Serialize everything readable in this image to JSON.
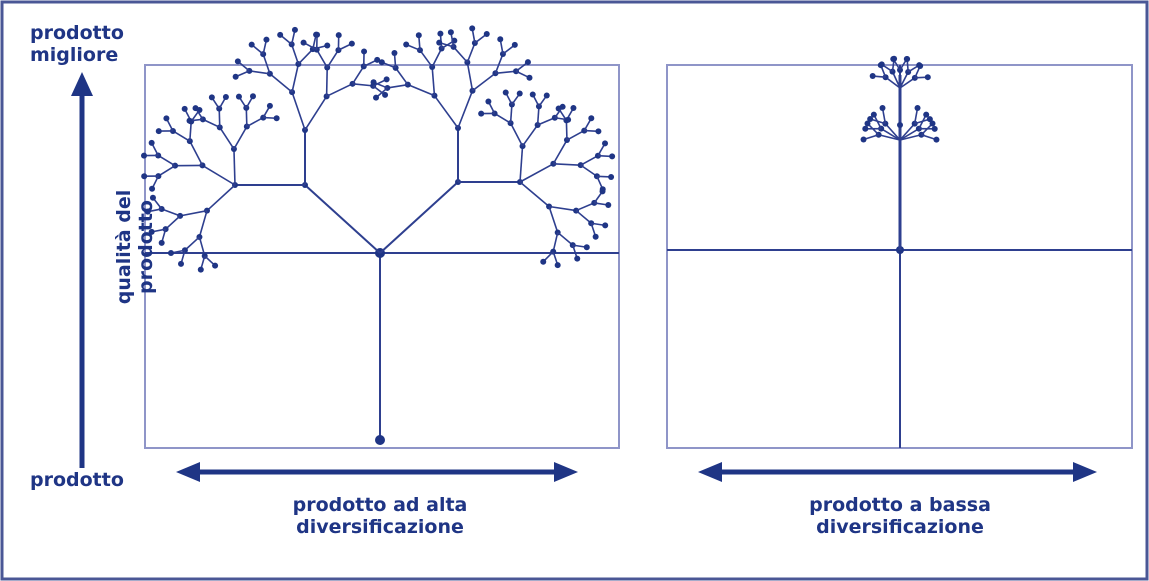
{
  "colors": {
    "navy": "#1f3585",
    "box": "#8f95c8",
    "grid": "#2e3f8f",
    "frame": "#4a5796"
  },
  "y_axis": {
    "top_label": "prodotto migliore",
    "bottom_label": "prodotto",
    "side_label": "qualità del prodotto"
  },
  "left_panel": {
    "caption_line1": "prodotto ad alta",
    "caption_line2": "diversificazione"
  },
  "right_panel": {
    "caption_line1": "prodotto a bassa",
    "caption_line2": "diversificazione"
  }
}
